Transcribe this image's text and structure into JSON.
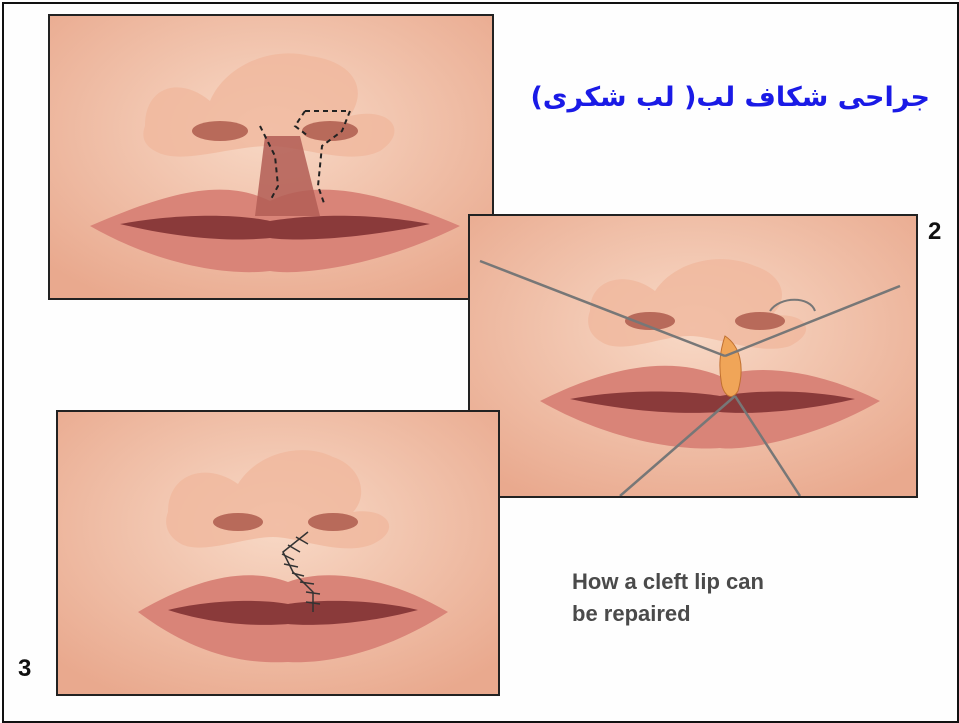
{
  "title": "جراحی شکاف لب( لب شکری)",
  "caption_line1": "How a cleft lip can",
  "caption_line2": "be repaired",
  "step_labels": {
    "step2": "2",
    "step3": "3"
  },
  "colors": {
    "title": "#1a1ae6",
    "skin": "#f3c9b2",
    "lip": "#d98478",
    "lip_dark": "#8a3a3a"
  },
  "panels": [
    {
      "name": "before-repair-illustration",
      "icon": "cleft-lip-incision-lines"
    },
    {
      "name": "during-repair-illustration",
      "icon": "lip-retraction-hooks"
    },
    {
      "name": "after-repair-illustration",
      "icon": "sutured-lip"
    }
  ]
}
